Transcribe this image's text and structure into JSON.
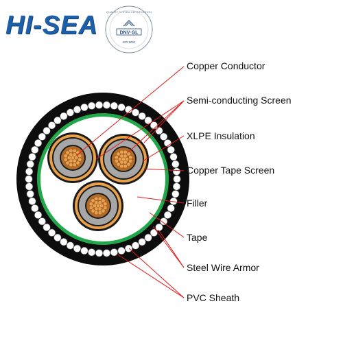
{
  "header": {
    "brand_logo_text": "HI-SEA",
    "certification": {
      "arc_text": "QUALITY SYSTEM CERTIFICATION",
      "mark_text": "DNV·GL",
      "standard_text": "ISO 9001"
    }
  },
  "diagram": {
    "labels": [
      "Copper Conductor",
      "Semi-conducting Screen",
      "XLPE Insulation",
      "Copper Tape Screen",
      "Filler",
      "Tape",
      "Steel Wire Armor",
      "PVC Sheath"
    ]
  },
  "colors": {
    "brand_blue": "#1d5fa8",
    "leader_line": "#e01818",
    "sheath": "#0d0d0d",
    "armor_wire": "#ffffff",
    "tape": "#22a84a",
    "filler": "#ffffff",
    "copper_tape": "#e8a04a",
    "semi_screen": "#1a1a1a",
    "insulation": "#a7a7a7",
    "conductor": "#e9a152"
  }
}
